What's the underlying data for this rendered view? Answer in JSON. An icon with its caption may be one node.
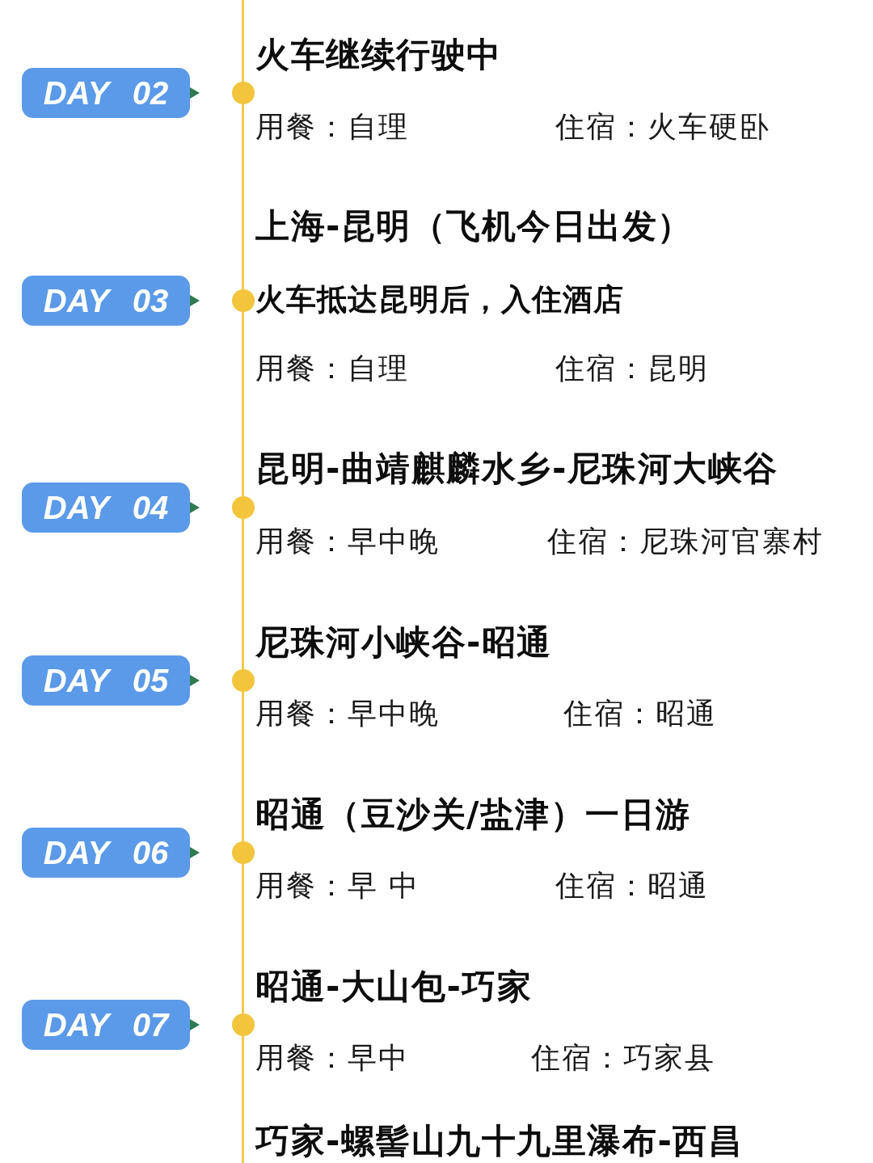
{
  "diagram": {
    "nodes": [
      {
        "text": [
          "DAY 02"
        ]
      },
      {
        "text": [
          "DAY 03"
        ]
      },
      {
        "text": [
          "DAY 04"
        ]
      },
      {
        "text": [
          "DAY 05"
        ]
      },
      {
        "text": [
          "DAY 06"
        ]
      },
      {
        "text": [
          "DAY 07"
        ]
      }
    ],
    "labels": [
      "火车继续行驶中",
      "用餐：自理",
      "住宿：火车硬卧",
      "上海-昆明（飞机今日出发）",
      "火车抵达昆明后，入住酒店",
      "用餐：自理",
      "住宿：昆明",
      "昆明-曲靖麒麟水乡-尼珠河大峡谷",
      "用餐：早中晚",
      "住宿：尼珠河官寨村",
      "尼珠河小峡谷-昭通",
      "用餐：早中晚",
      "住宿：昭通",
      "昭通（豆沙关/盐津）一日游",
      "用餐：早 中",
      "住宿：昭通",
      "昭通-大山包-巧家",
      "用餐：早中",
      "住宿：巧家县",
      "巧家-螺髻山九十九里瀑布-西昌"
    ]
  }
}
